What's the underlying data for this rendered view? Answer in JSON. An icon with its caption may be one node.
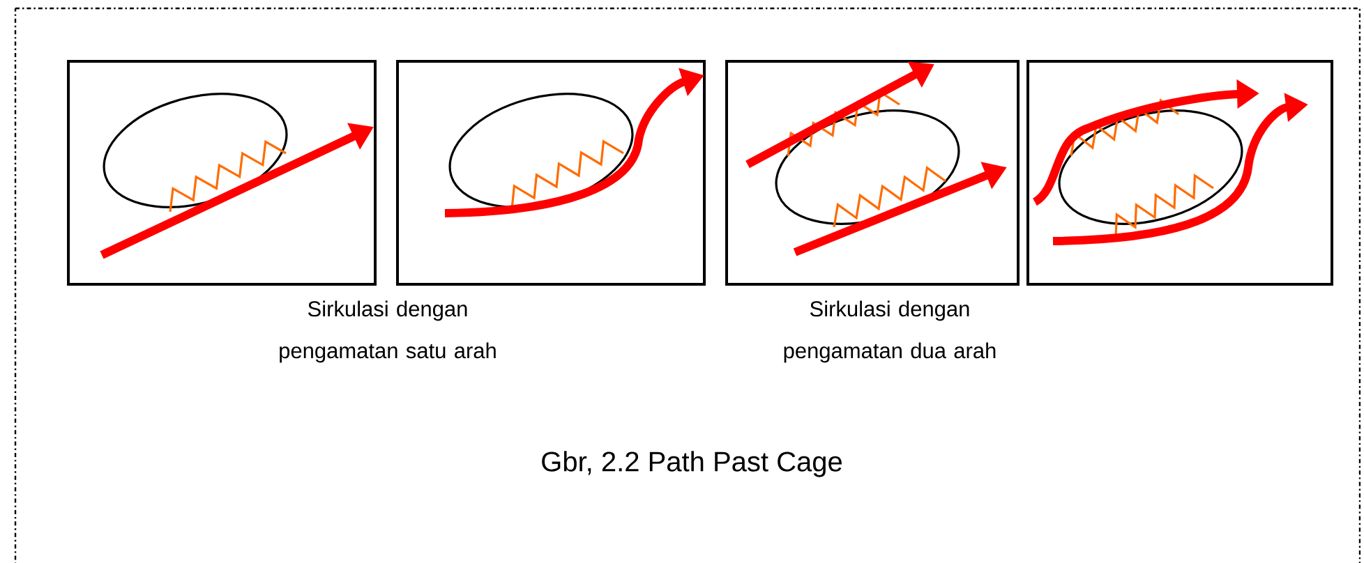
{
  "diagram": {
    "caption": "Gbr, 2.2 Path Past Cage",
    "labels": [
      "Sirkulasi dengan pengamatan satu arah",
      "Sirkulasi dengan pengamatan dua arah"
    ]
  }
}
